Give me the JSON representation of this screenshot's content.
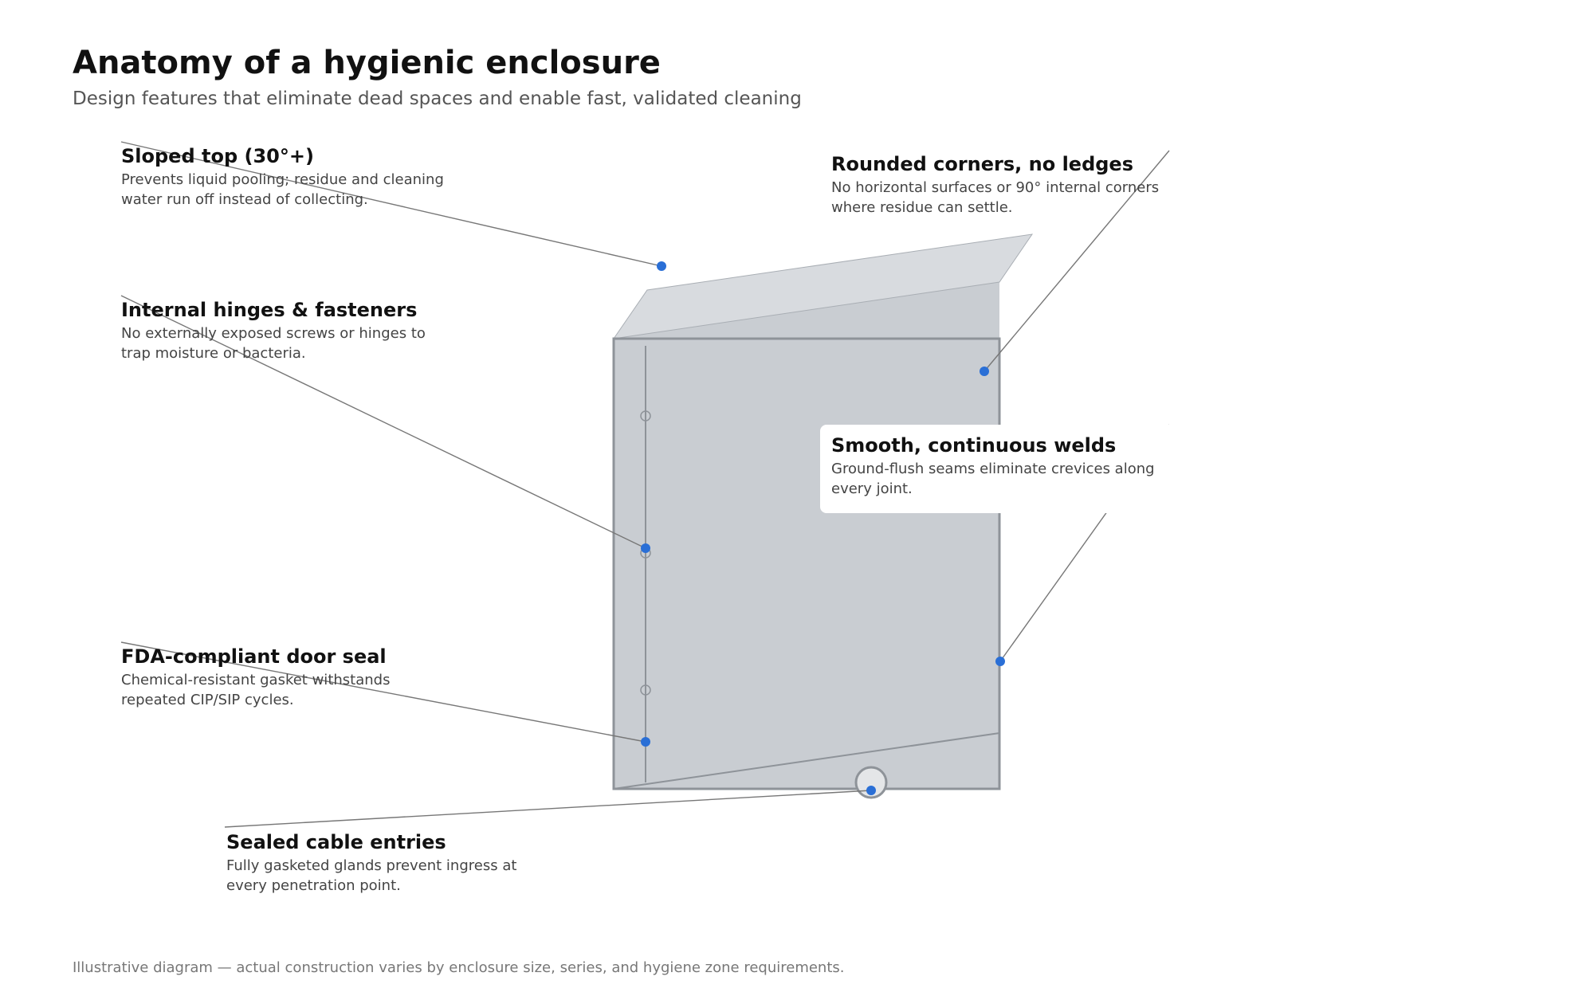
{
  "header": {
    "title": "Anatomy of a hygienic enclosure",
    "subtitle": "Design features that eliminate dead spaces and enable fast, validated cleaning"
  },
  "callouts": {
    "sloped_top": {
      "title": "Sloped top (30°+)",
      "description": "Prevents liquid pooling; residue and cleaning water run off instead of collecting."
    },
    "rounded_corners": {
      "title": "Rounded corners, no ledges",
      "description": "No horizontal surfaces or 90° internal corners where residue can settle."
    },
    "internal_hinges": {
      "title": "Internal hinges & fasteners",
      "description": "No externally exposed screws or hinges to trap moisture or bacteria."
    },
    "smooth_welds": {
      "title": "Smooth, continuous welds",
      "description": "Ground-flush seams eliminate crevices along every joint."
    },
    "door_seal": {
      "title": "FDA-compliant door seal",
      "description": "Chemical-resistant gasket withstands repeated CIP/SIP cycles."
    },
    "cable_entries": {
      "title": "Sealed cable entries",
      "description": "Fully gasketed glands prevent ingress at every penetration point."
    }
  },
  "footnote": "Illustrative diagram — actual construction varies by enclosure size, series, and hygiene zone requirements.",
  "colors": {
    "marker": "#2a6fd6",
    "leader_line": "#777777",
    "enclosure_body": "#c9cdd2",
    "enclosure_top": "#d8dbdf",
    "enclosure_outline": "#8e9399"
  }
}
